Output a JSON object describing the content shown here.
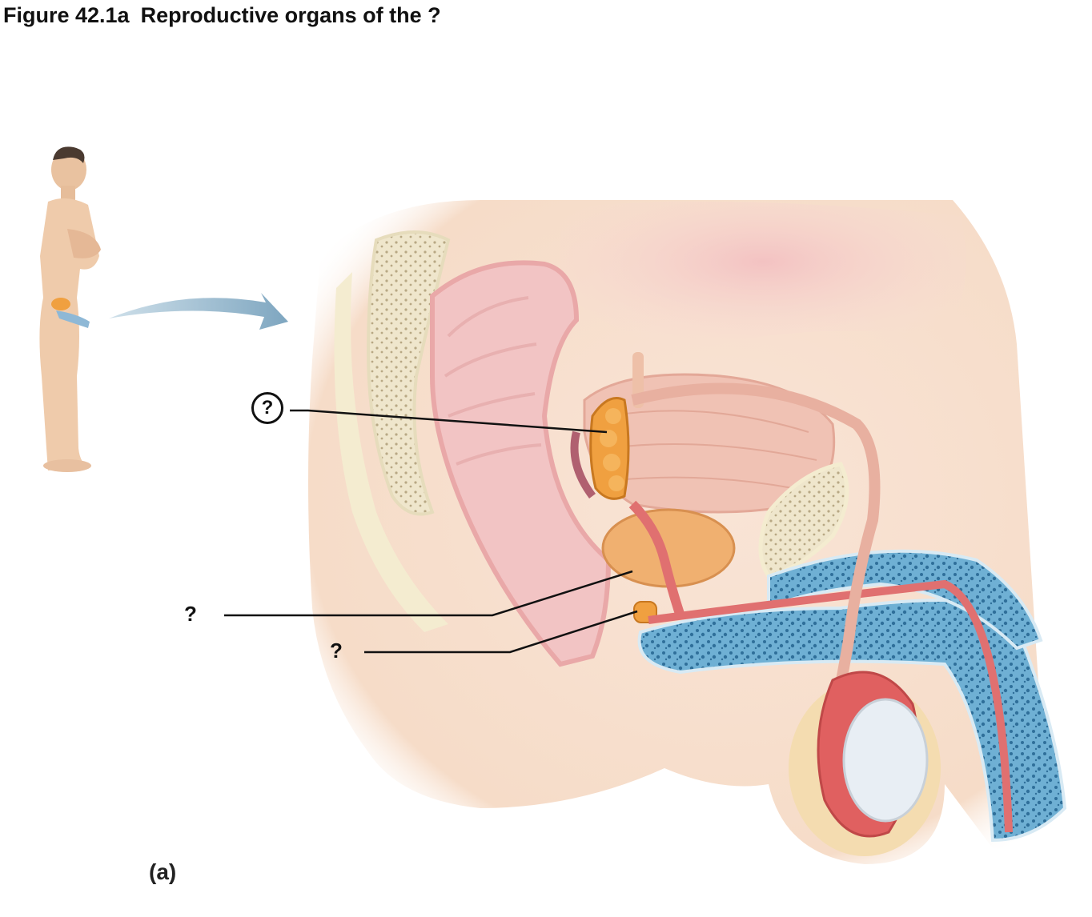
{
  "figure": {
    "number": "Figure 42.1a",
    "caption": "Reproductive organs of the ?",
    "panel_label": "(a)"
  },
  "labels": [
    {
      "id": "seminal-vesicle",
      "text": "?",
      "circled": true
    },
    {
      "id": "prostate-gland",
      "text": "?",
      "circled": false
    },
    {
      "id": "bulbourethral-gland",
      "text": "?",
      "circled": false
    }
  ],
  "colors": {
    "skin": "#f6dcc8",
    "bone": "#f4ecd0",
    "rectum": "#f2c4c4",
    "bladder": "#f0c0b4",
    "seminal_vesicle": "#f0a040",
    "prostate": "#f0b070",
    "erectile_tissue": "#7ab8d8",
    "testis": "#e8eef4",
    "epididymis": "#e06060",
    "arrow": "#8aaec6"
  }
}
